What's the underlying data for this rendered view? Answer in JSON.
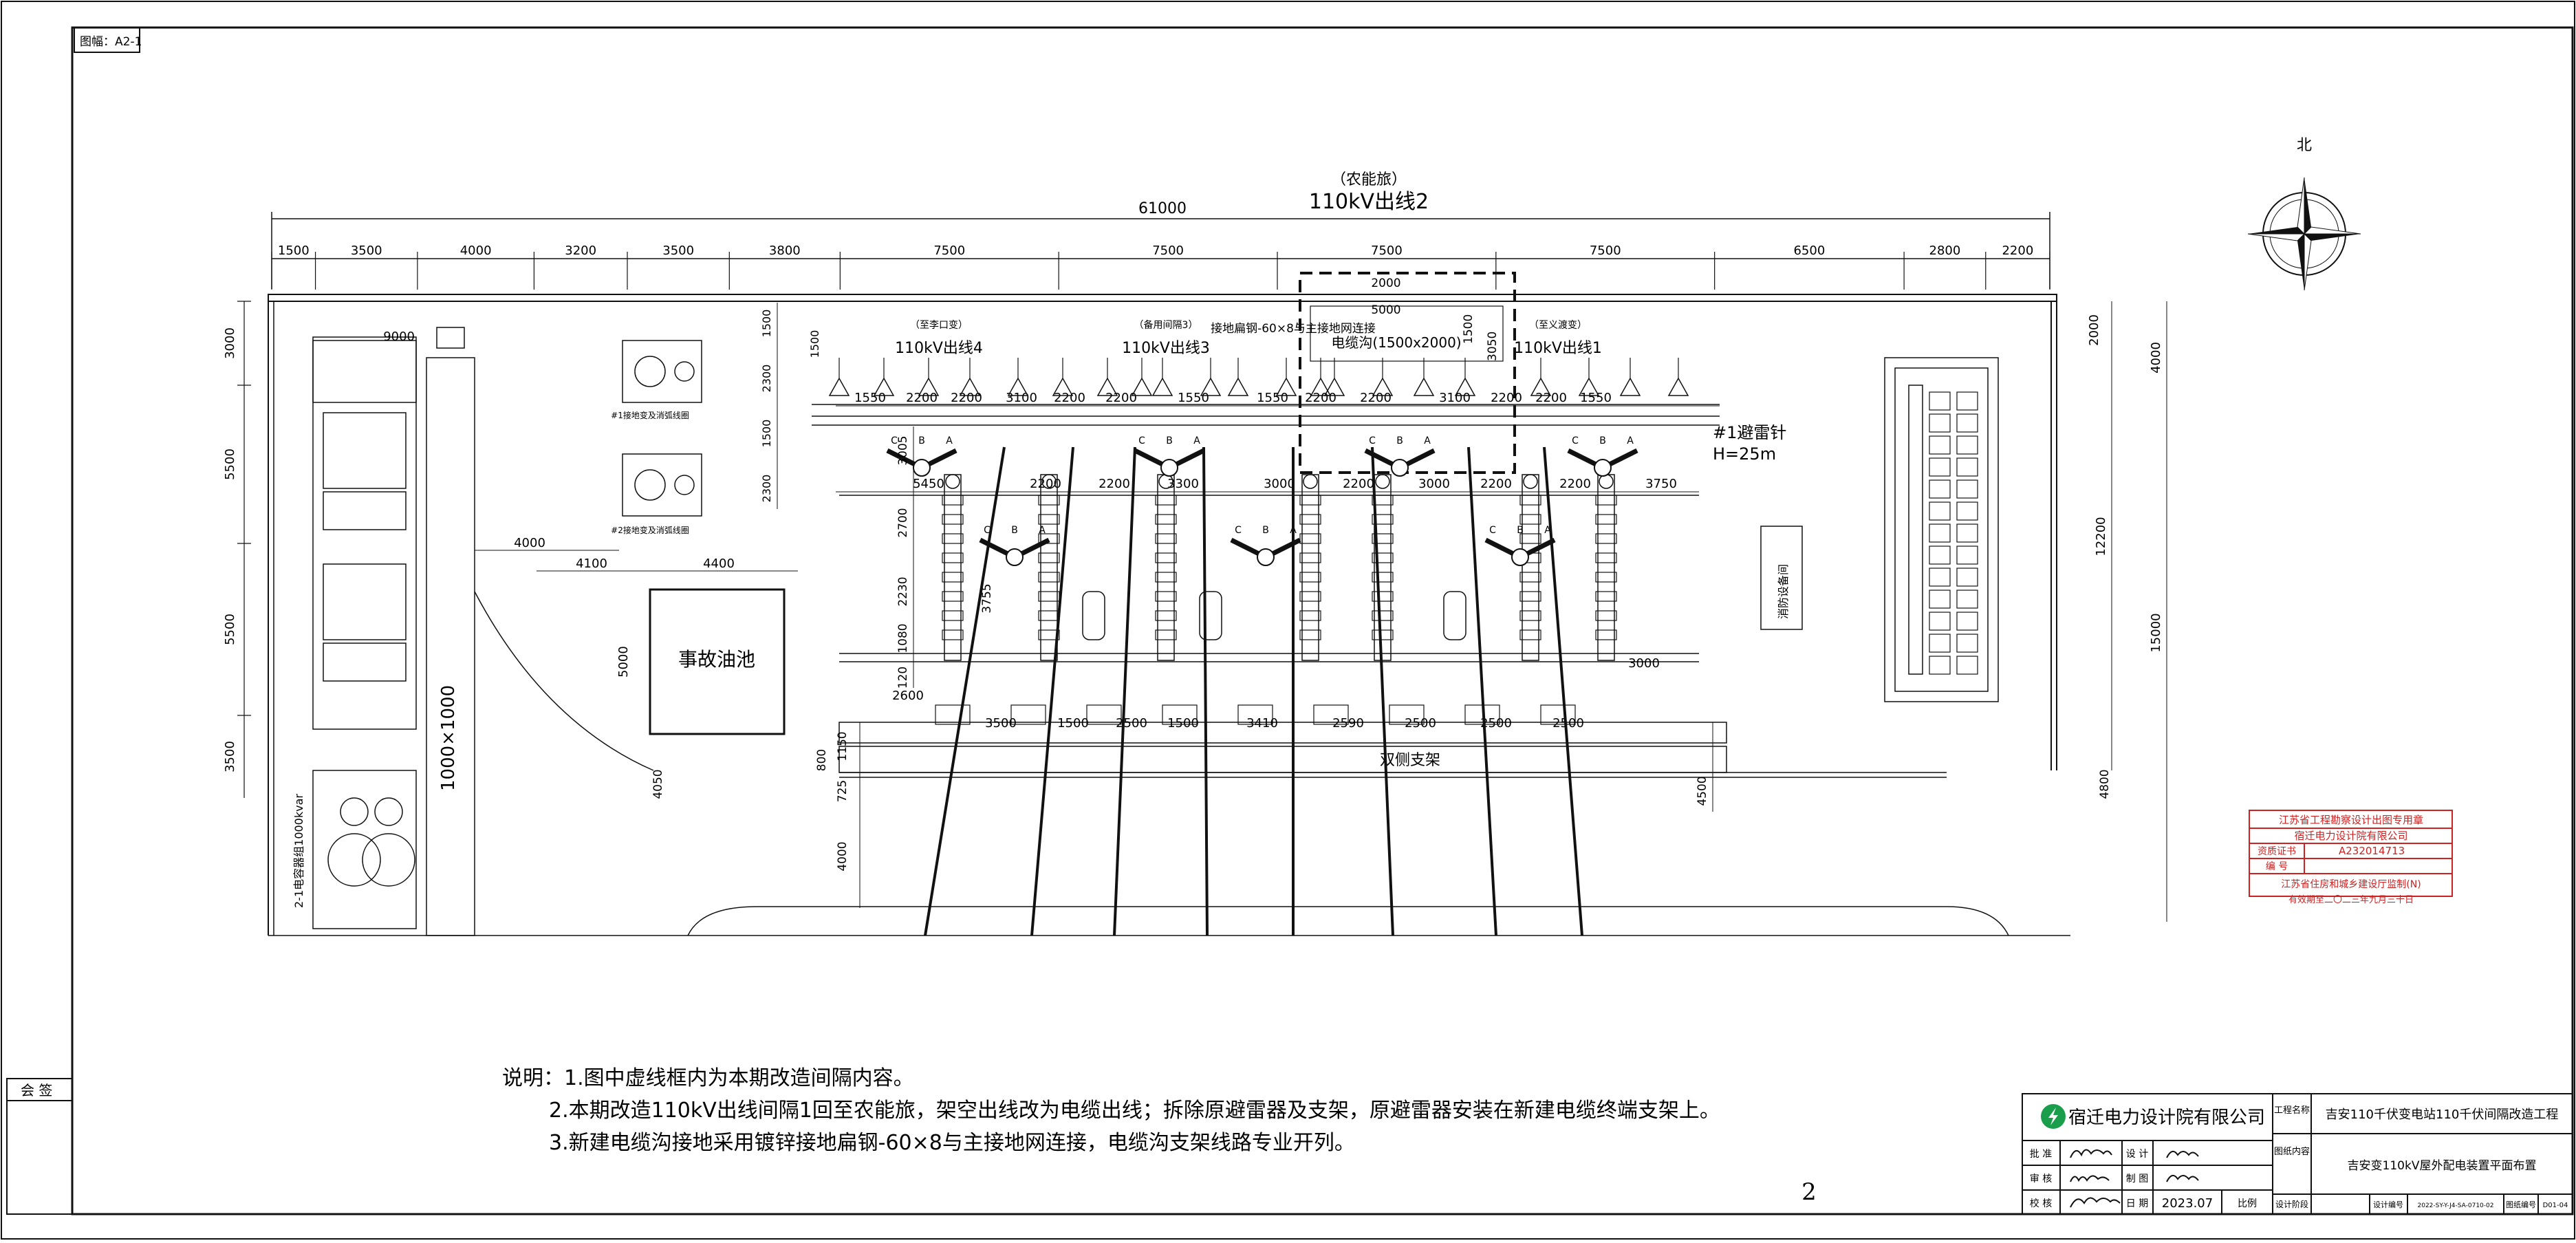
{
  "drawing_no": "图幅：A2-1",
  "sidebar_label": "会 签",
  "north_label": "北",
  "title": {
    "org_name": "（农能旅）",
    "line_name": "110kV出线2"
  },
  "overall_dim": "61000",
  "top_dims": [
    "1500",
    "3500",
    "4000",
    "3200",
    "3500",
    "3800",
    "7500",
    "7500",
    "7500",
    "7500",
    "6500",
    "2800",
    "2200"
  ],
  "bays": [
    {
      "tag": "（至李口变）",
      "name": "110kV出线4"
    },
    {
      "tag": "（备用间隔3）",
      "name": "110kV出线3"
    },
    {
      "tag": "（至义渡变）",
      "name": "110kV出线1"
    }
  ],
  "ground_note": "接地扁钢-60×8与主接地网连接",
  "cable_pit": "电缆沟(1500x2000)",
  "dashed_dims": [
    "2000",
    "5000",
    "1500",
    "3050"
  ],
  "left_dims": [
    "3000",
    "5500",
    "5500",
    "3500"
  ],
  "left_top_dim": "9000",
  "left_area_dims": [
    "4000",
    "4100",
    "4400"
  ],
  "tx_labels": [
    "#1接地变及消弧线圈",
    "#2接地变及消弧线圈"
  ],
  "tx_dims": [
    "1500",
    "2300",
    "1500",
    "2300"
  ],
  "oil_pool": {
    "label": "事故油池",
    "dim": "5000"
  },
  "cable_label": "1000×1000",
  "reactor_label": "2-1电容器组1000kvar",
  "phase_dims_1": [
    "1550",
    "2200",
    "2200",
    "3100",
    "2200",
    "2200",
    "1550",
    "1550",
    "2200",
    "2200",
    "3100",
    "2200",
    "2200",
    "1550"
  ],
  "phase_dims_2": [
    "5450",
    "2200",
    "2200",
    "3300",
    "3000",
    "2200",
    "3000",
    "2200",
    "2200",
    "3750"
  ],
  "mid_dims": [
    "2700",
    "2230",
    "1080",
    "120",
    "3755",
    "3005"
  ],
  "base_dims": [
    "2600",
    "3500",
    "1500",
    "2500",
    "1500",
    "3410",
    "2590",
    "2500",
    "2500",
    "2500"
  ],
  "base_right": "3000",
  "lightning": {
    "name": "#1避雷针",
    "height": "H=25m"
  },
  "frame_label": "双侧支架",
  "lower_dims": [
    "1150",
    "800",
    "725",
    "4050",
    "4000",
    "4500",
    "4800"
  ],
  "right_dims": [
    "2000",
    "4000",
    "12200",
    "15000"
  ],
  "control_room": "消防设备间",
  "phases": [
    "A",
    "B",
    "C"
  ],
  "stamp": {
    "line1": "江苏省工程勘察设计出图专用章",
    "line2": "宿迁电力设计院有限公司",
    "cert_label": "资质证书",
    "cert_no": "A232014713",
    "num_label": "编  号",
    "line4": "江苏省住房和城乡建设厅监制(N)",
    "line5": "有效期至二〇二三年九月三十日"
  },
  "notes": [
    "说明：1.图中虚线框内为本期改造间隔内容。",
    "2.本期改造110kV出线间隔1回至农能旅，架空出线改为电缆出线；拆除原避雷器及支架，原避雷器安装在新建电缆终端支架上。",
    "3.新建电缆沟接地采用镀锌接地扁钢-60×8与主接地网连接，电缆沟支架线路专业开列。"
  ],
  "page_number": "2",
  "title_block": {
    "company": "宿迁电力设计院有限公司",
    "project_label": "工程名称",
    "project_name": "吉安110千伏变电站110千伏间隔改造工程",
    "content_label": "图纸内容",
    "content_name": "吉安变110kV屋外配电装置平面布置",
    "rows": [
      {
        "label": "批 准",
        "sign": "",
        "label2": "设 计",
        "sign2": ""
      },
      {
        "label": "审 核",
        "sign": "",
        "label2": "制 图",
        "sign2": ""
      },
      {
        "label": "校 核",
        "sign": "",
        "label2": "日 期",
        "sign2": "2023.07"
      }
    ],
    "scale_label": "比例",
    "stage_label": "设计阶段",
    "no_label": "设计编号",
    "no_value": "2022-SY-Y-J4-SA-0710-02",
    "sheet_label": "图纸编号",
    "sheet_value": "D01-04"
  },
  "colors": {
    "line": "#111111",
    "stamp": "#cc2222",
    "logo": "#1a9e4b"
  }
}
